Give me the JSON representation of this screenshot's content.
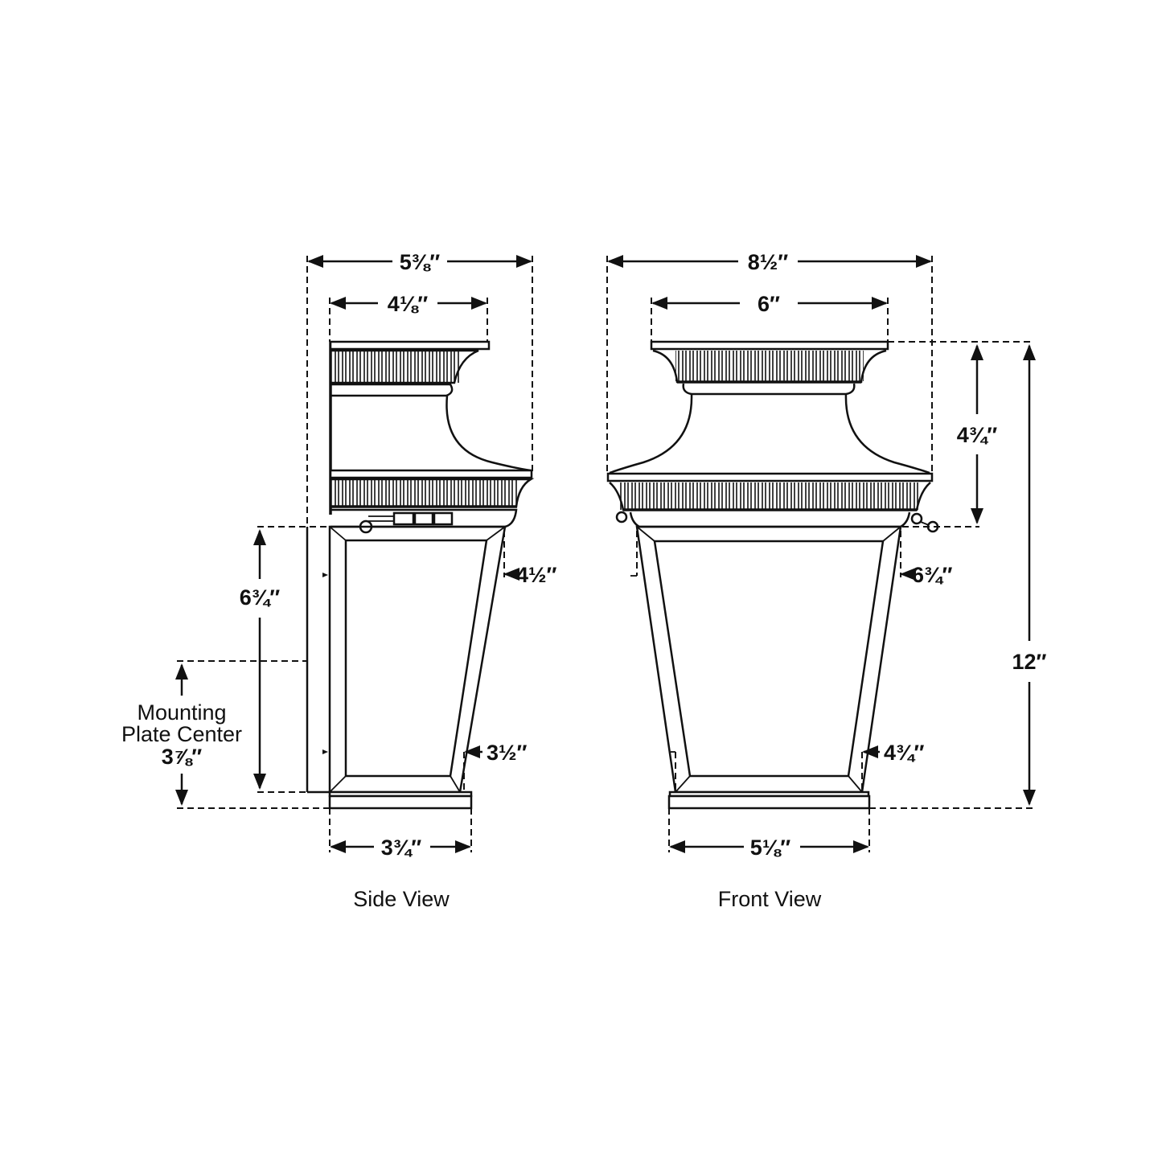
{
  "side_view": {
    "caption": "Side View",
    "dims": {
      "overall_width": "5⅜″",
      "top_width": "4⅛″",
      "body_height": "6¾″",
      "upper_depth": "4½″",
      "lower_depth": "3½″",
      "base_width": "3¾″"
    },
    "mounting": {
      "line1": "Mounting",
      "line2": "Plate Center",
      "value": "3⅞″"
    }
  },
  "front_view": {
    "caption": "Front View",
    "dims": {
      "overall_width": "8½″",
      "top_width": "6″",
      "cap_height": "4¾″",
      "overall_height": "12″",
      "upper_width": "6¾″",
      "lower_width": "4¾″",
      "base_width": "5⅛″"
    }
  },
  "colors": {
    "line": "#111111",
    "background": "#ffffff"
  }
}
